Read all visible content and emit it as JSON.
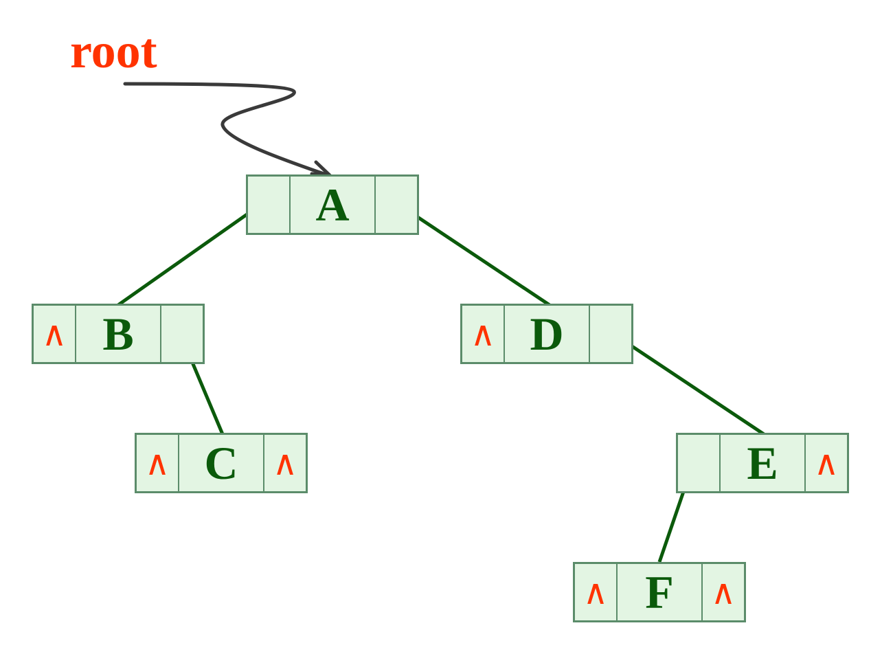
{
  "diagram": {
    "root_label": "root",
    "null_symbol": "∧",
    "colors": {
      "root_label": "#ff3300",
      "null_marker": "#ff3300",
      "node_fill": "#e3f5e3",
      "node_border": "#5b8c6a",
      "node_text": "#0b5a0b",
      "edge": "#0b5a0b",
      "root_arrow": "#3a3a3a"
    },
    "nodes": [
      {
        "id": "A",
        "label": "A",
        "left": "pointer",
        "right": "pointer"
      },
      {
        "id": "B",
        "label": "B",
        "left": "null",
        "right": "pointer"
      },
      {
        "id": "C",
        "label": "C",
        "left": "null",
        "right": "null"
      },
      {
        "id": "D",
        "label": "D",
        "left": "null",
        "right": "pointer"
      },
      {
        "id": "E",
        "label": "E",
        "left": "pointer",
        "right": "null"
      },
      {
        "id": "F",
        "label": "F",
        "left": "null",
        "right": "null"
      }
    ],
    "edges": [
      {
        "from": "A",
        "side": "left",
        "to": "B"
      },
      {
        "from": "A",
        "side": "right",
        "to": "D"
      },
      {
        "from": "B",
        "side": "right",
        "to": "C"
      },
      {
        "from": "D",
        "side": "right",
        "to": "E"
      },
      {
        "from": "E",
        "side": "left",
        "to": "F"
      }
    ]
  }
}
